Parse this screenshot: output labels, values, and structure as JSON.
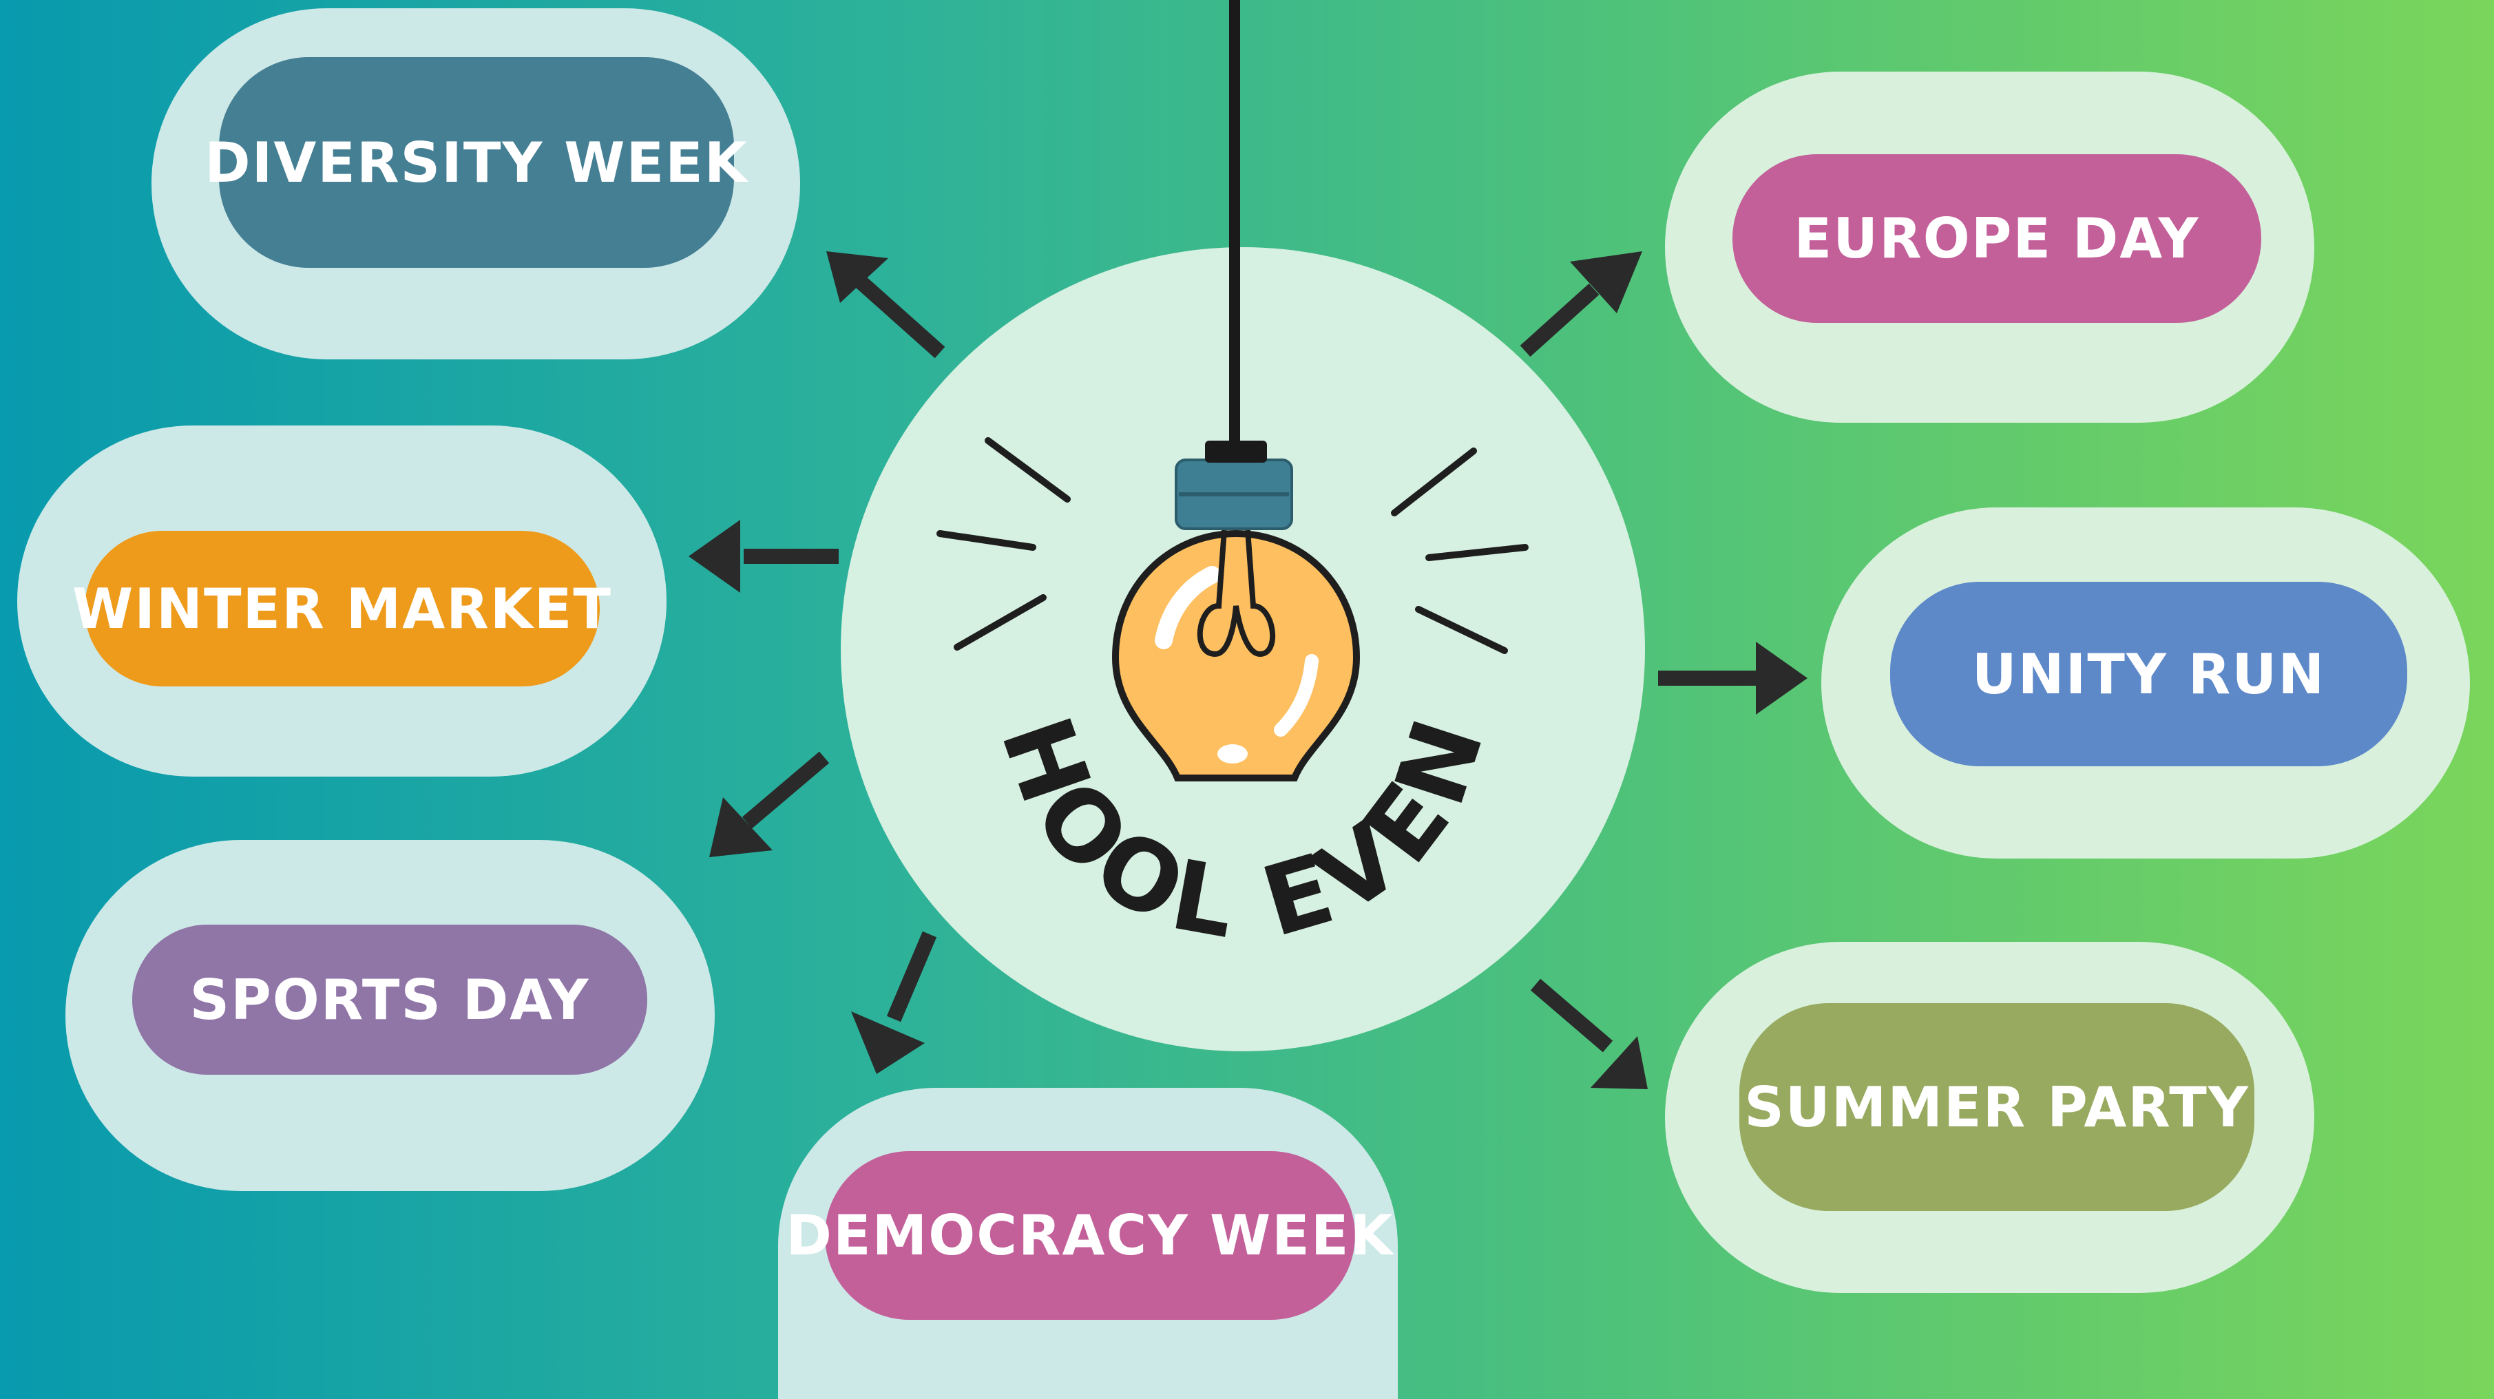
{
  "center": {
    "title": "SCHOOL EVENTS",
    "icon": "lightbulb-icon"
  },
  "events": {
    "diversity_week": {
      "label": "DIVERSITY WEEK",
      "color": "#457f94"
    },
    "winter_market": {
      "label": "WINTER MARKET",
      "color": "#ee9a1b"
    },
    "sports_day": {
      "label": "SPORTS DAY",
      "color": "#9075a7"
    },
    "democracy_week": {
      "label": "DEMOCRACY WEEK",
      "color": "#c3609a"
    },
    "europe_day": {
      "label": "EUROPE DAY",
      "color": "#c3609a"
    },
    "unity_run": {
      "label": "UNITY RUN",
      "color": "#5e89c9"
    },
    "summer_party": {
      "label": "SUMMER PARTY",
      "color": "#97aa5f"
    }
  },
  "colors": {
    "arrow": "#2a2a2a",
    "card_left": "#cde9e7",
    "card_right": "#d9f1dc",
    "center_circle": "#d6f0e1",
    "bulb_glass": "#fdbf5f",
    "bulb_socket": "#3f7f93"
  }
}
